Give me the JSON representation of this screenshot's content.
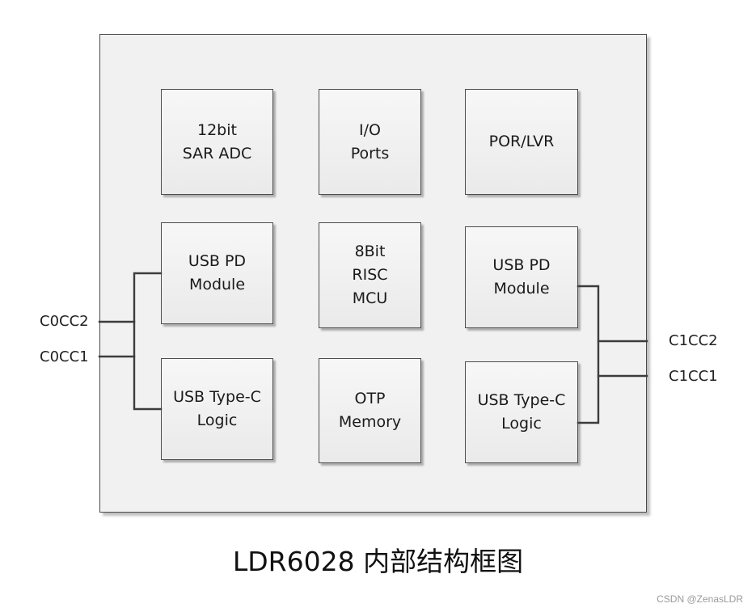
{
  "blocks": {
    "sar_adc": "12bit\nSAR ADC",
    "io_ports": "I/O\nPorts",
    "por_lvr": "POR/LVR",
    "usb_pd_left": "USB PD\nModule",
    "mcu": "8Bit\nRISC\nMCU",
    "usb_pd_right": "USB PD\nModule",
    "typec_left": "USB Type-C\nLogic",
    "otp": "OTP\nMemory",
    "typec_right": "USB Type-C\nLogic"
  },
  "pins": {
    "c0cc2": "C0CC2",
    "c0cc1": "C0CC1",
    "c1cc2": "C1CC2",
    "c1cc1": "C1CC1"
  },
  "caption": "LDR6028 内部结构框图",
  "watermark": "CSDN @ZenasLDR",
  "colors": {
    "chip_fill": "#f1f1f1",
    "block_fill": "#ececec",
    "border": "#4d4d4d",
    "wire": "#3c3c3c"
  }
}
